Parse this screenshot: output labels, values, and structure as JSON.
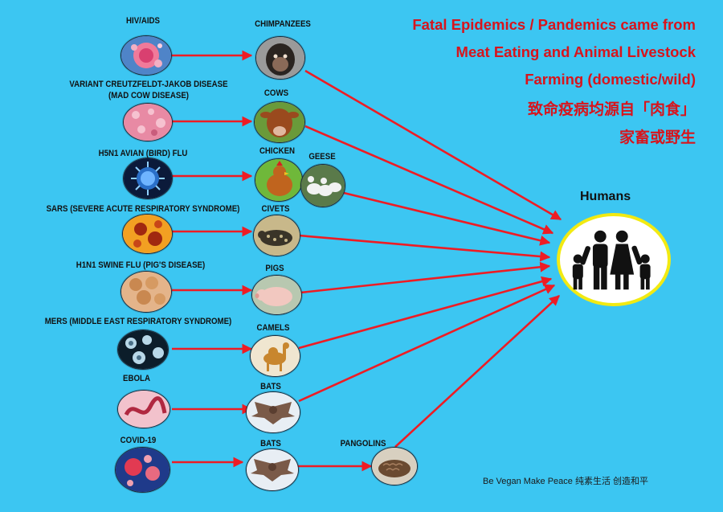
{
  "title": {
    "line1": "Fatal Epidemics / Pandemics came from",
    "line2": "Meat Eating and Animal Livestock",
    "line3": "Farming (domestic/wild)",
    "line4_cn": "致命疫病均源自「肉食」",
    "line5_cn": "家畜或野生"
  },
  "diseases": [
    {
      "label": "HIV/AIDS"
    },
    {
      "label": "VARIANT CREUTZFELDT-JAKOB DISEASE",
      "label2": "(MAD COW DISEASE)"
    },
    {
      "label": "H5N1 AVIAN (BIRD) FLU"
    },
    {
      "label": "SARS (SEVERE ACUTE RESPIRATORY SYNDROME)"
    },
    {
      "label": "H1N1 SWINE FLU (PIG'S DISEASE)"
    },
    {
      "label": "MERS (MIDDLE EAST RESPIRATORY SYNDROME)"
    },
    {
      "label": "EBOLA"
    },
    {
      "label": "COVID-19"
    }
  ],
  "animals": [
    {
      "label": "CHIMPANZEES"
    },
    {
      "label": "COWS"
    },
    {
      "label": "CHICKEN"
    },
    {
      "label": "CIVETS"
    },
    {
      "label": "PIGS"
    },
    {
      "label": "CAMELS"
    },
    {
      "label": "BATS"
    },
    {
      "label": "BATS"
    }
  ],
  "extra": {
    "geese": "GEESE",
    "pangolins": "PANGOLINS"
  },
  "humans": {
    "label": "Humans"
  },
  "footer": "Be Vegan Make Peace  纯素生活 创造和平",
  "colors": {
    "background": "#3cc6f2",
    "arrow": "#ee1c24",
    "title": "#d8141c",
    "ring": "#f2ea12"
  },
  "icons": {
    "people": "family-icon"
  }
}
